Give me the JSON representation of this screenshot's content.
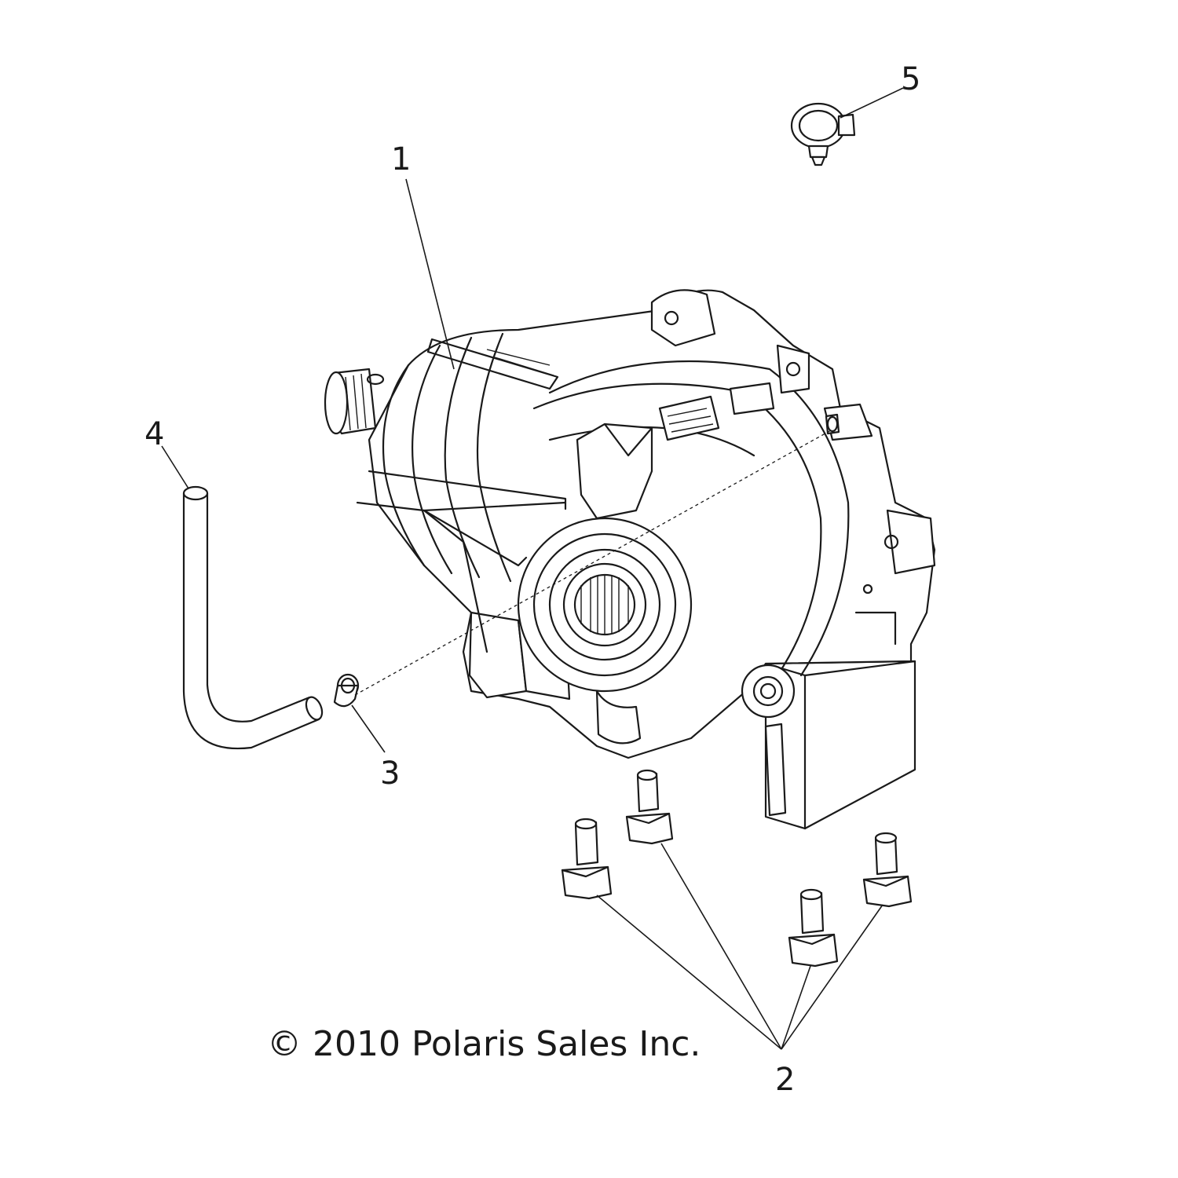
{
  "diagram": {
    "callouts": [
      {
        "id": "1",
        "label": "1"
      },
      {
        "id": "2",
        "label": "2"
      },
      {
        "id": "3",
        "label": "3"
      },
      {
        "id": "4",
        "label": "4"
      },
      {
        "id": "5",
        "label": "5"
      }
    ],
    "copyright": "© 2010 Polaris Sales Inc.",
    "parts": [
      {
        "callout": "1",
        "icon": "gearcase-icon"
      },
      {
        "callout": "2",
        "icon": "bolt-icon"
      },
      {
        "callout": "3",
        "icon": "plug-icon"
      },
      {
        "callout": "4",
        "icon": "vent-hose-icon"
      },
      {
        "callout": "5",
        "icon": "hose-clip-icon"
      }
    ]
  }
}
